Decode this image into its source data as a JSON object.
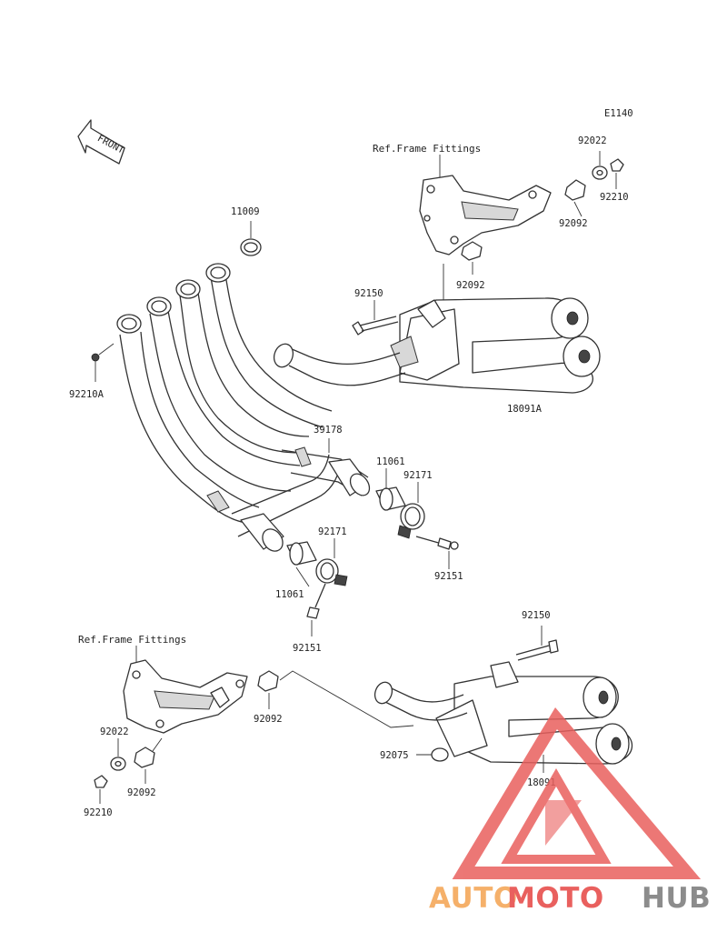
{
  "diagram": {
    "code": "E1140",
    "front_arrow": "FRONT",
    "ref_top": "Ref.Frame Fittings",
    "ref_bottom": "Ref.Frame Fittings"
  },
  "parts": {
    "p11009": "11009",
    "p92210A": "92210A",
    "p39178": "39178",
    "p11061_a": "11061",
    "p11061_b": "11061",
    "p92171_a": "92171",
    "p92171_b": "92171",
    "p92151_a": "92151",
    "p92151_b": "92151",
    "p92150_top": "92150",
    "p92150_bottom": "92150",
    "p18091A": "18091A",
    "p18091": "18091",
    "p92022_top": "92022",
    "p92022_bottom": "92022",
    "p92210_top": "92210",
    "p92210_bottom": "92210",
    "p92092_top_a": "92092",
    "p92092_top_b": "92092",
    "p92092_bottom_a": "92092",
    "p92092_bottom_b": "92092",
    "p92075": "92075"
  },
  "watermark": {
    "word_a": "AUTO",
    "word_b": "MOTO",
    "word_c": "HUB",
    "color_a": "#f5b06a",
    "color_b": "#e9605e",
    "color_c": "#8c8c8c"
  }
}
